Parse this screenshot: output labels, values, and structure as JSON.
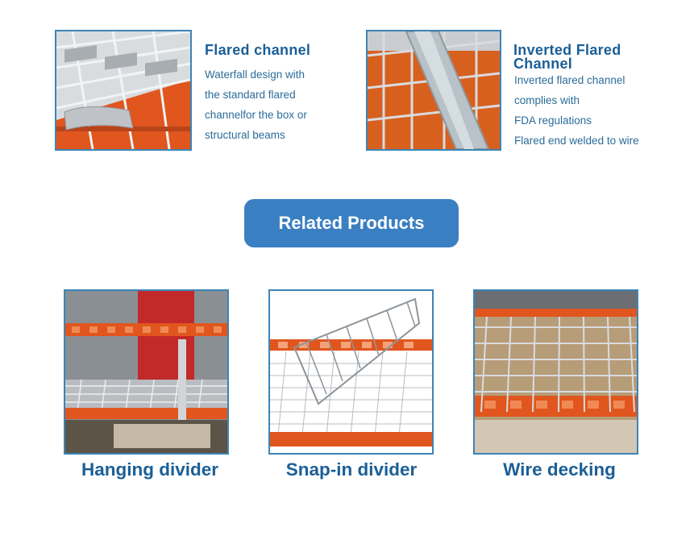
{
  "features": [
    {
      "title_lines": [
        "Flared channel"
      ],
      "description_lines": [
        "Waterfall design with",
        "the standard flared",
        "channelfor the box or",
        "structural beams"
      ],
      "image_icon": "flared-channel-photo"
    },
    {
      "title_lines": [
        "Inverted Flared",
        "Channel"
      ],
      "description_lines": [
        "Inverted flared channel",
        "complies with",
        "FDA regulations",
        "Flared end welded to wire"
      ],
      "image_icon": "inverted-flared-channel-photo"
    }
  ],
  "related": {
    "button_label": "Related Products",
    "button_color": "#3a7fc1",
    "products": [
      {
        "caption": "Hanging divider",
        "image_icon": "hanging-divider-photo"
      },
      {
        "caption": "Snap-in divider",
        "image_icon": "snap-in-divider-photo"
      },
      {
        "caption": "Wire decking",
        "image_icon": "wire-decking-photo"
      }
    ]
  },
  "colors": {
    "title_blue": "#1b5f96",
    "text_blue": "#2b6c9a",
    "frame_blue": "#3c84b6",
    "beam_orange": "#e0561e",
    "wire_grey": "#c9ccd0"
  }
}
